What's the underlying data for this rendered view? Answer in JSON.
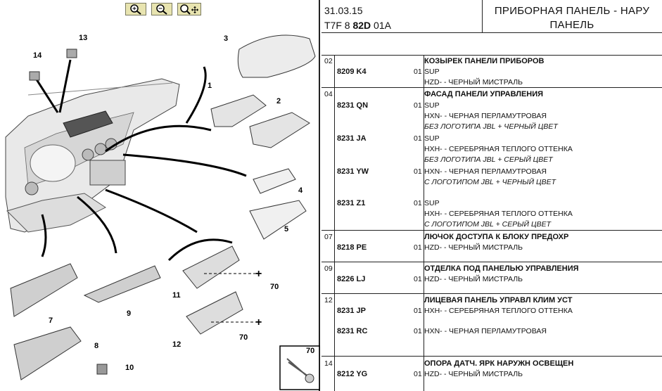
{
  "toolbar": {
    "zoom_in_icon": "zoom-in-icon",
    "zoom_out_icon": "zoom-out-icon",
    "pan_zoom_icon": "pan-zoom-icon"
  },
  "diagram": {
    "callouts": [
      "1",
      "2",
      "3",
      "4",
      "5",
      "7",
      "8",
      "9",
      "10",
      "11",
      "12",
      "13",
      "14",
      "70",
      "70"
    ],
    "inset_label": "70"
  },
  "header": {
    "date": "31.03.15",
    "code_prefix": "T7F 8 ",
    "code_bold": "82D",
    "code_suffix": " 01A",
    "title_line1": "ПРИБОРНАЯ ПАНЕЛЬ - НАРУ",
    "title_line2": "ПАНЕЛЬ"
  },
  "rows": [
    {
      "idx": "02",
      "title": "КОЗЫРЕК ПАНЕЛИ ПРИБОРОВ",
      "items": [
        {
          "ref": "8209 K4",
          "qty": "01",
          "lines": [
            "SUP",
            "HZD- - ЧЕРНЫЙ МИСТРАЛЬ"
          ]
        }
      ]
    },
    {
      "idx": "04",
      "title": "ФАСАД ПАНЕЛИ УПРАВЛЕНИЯ",
      "items": [
        {
          "ref": "8231 QN",
          "qty": "01",
          "lines": [
            "SUP",
            "HXN- - ЧЕРНАЯ ПЕРЛАМУТРОВАЯ",
            "БЕЗ ЛОГОТИПА JBL + ЧЕРНЫЙ ЦВЕТ"
          ]
        },
        {
          "ref": "8231 JA",
          "qty": "01",
          "lines": [
            "SUP",
            "HXH- - СЕРЕБРЯНАЯ ТЕПЛОГО ОТТЕНКА",
            "БЕЗ ЛОГОТИПА JBL + СЕРЫЙ ЦВЕТ"
          ]
        },
        {
          "ref": "8231 YW",
          "qty": "01",
          "lines": [
            "HXN- - ЧЕРНАЯ ПЕРЛАМУТРОВАЯ",
            "С ЛОГОТИПОМ JBL + ЧЕРНЫЙ ЦВЕТ"
          ]
        },
        {
          "ref": "8231 Z1",
          "qty": "01",
          "lines": [
            "SUP",
            "HXH- - СЕРЕБРЯНАЯ ТЕПЛОГО ОТТЕНКА",
            "С ЛОГОТИПОМ JBL + СЕРЫЙ ЦВЕТ"
          ]
        }
      ]
    },
    {
      "idx": "07",
      "title": "ЛЮЧОК ДОСТУПА К БЛОКУ ПРЕДОХР",
      "items": [
        {
          "ref": "8218 PE",
          "qty": "01",
          "lines": [
            "HZD- - ЧЕРНЫЙ МИСТРАЛЬ"
          ]
        }
      ]
    },
    {
      "idx": "09",
      "title": "ОТДЕЛКА ПОД ПАНЕЛЬЮ УПРАВЛЕНИЯ",
      "items": [
        {
          "ref": "8226 LJ",
          "qty": "01",
          "lines": [
            "HZD- - ЧЕРНЫЙ МИСТРАЛЬ"
          ]
        }
      ]
    },
    {
      "idx": "12",
      "title": "ЛИЦЕВАЯ ПАНЕЛЬ УПРАВЛ КЛИМ УСТ",
      "items": [
        {
          "ref": "8231 JP",
          "qty": "01",
          "lines": [
            "HXH- - СЕРЕБРЯНАЯ ТЕПЛОГО ОТТЕНКА"
          ]
        },
        {
          "ref": "8231 RC",
          "qty": "01",
          "lines": [
            "HXN- - ЧЕРНАЯ ПЕРЛАМУТРОВАЯ"
          ]
        }
      ]
    },
    {
      "idx": "14",
      "title": "ОПОРА ДАТЧ. ЯРК НАРУЖН ОСВЕЩЕН",
      "items": [
        {
          "ref": "8212 YG",
          "qty": "01",
          "lines": [
            "HZD- - ЧЕРНЫЙ МИСТРАЛЬ"
          ]
        }
      ]
    }
  ]
}
